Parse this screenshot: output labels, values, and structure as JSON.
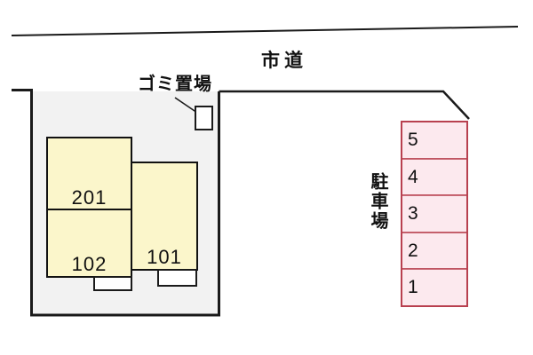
{
  "road": {
    "label": "市道"
  },
  "garbage_area": {
    "label": "ゴミ置場"
  },
  "building": {
    "rooms": [
      {
        "label": "201"
      },
      {
        "label": "102"
      },
      {
        "label": "101"
      }
    ]
  },
  "parking": {
    "title": "駐車場",
    "spaces": [
      {
        "label": "5"
      },
      {
        "label": "4"
      },
      {
        "label": "3"
      },
      {
        "label": "2"
      },
      {
        "label": "1"
      }
    ]
  },
  "colors": {
    "line": "#1a1a1a",
    "text": "#111111",
    "parcel_fill": "#f2f2f2",
    "room_fill": "#fbf6cb",
    "room_border": "#111111",
    "parking_fill": "#fce9ee",
    "parking_border": "#b8404f"
  }
}
